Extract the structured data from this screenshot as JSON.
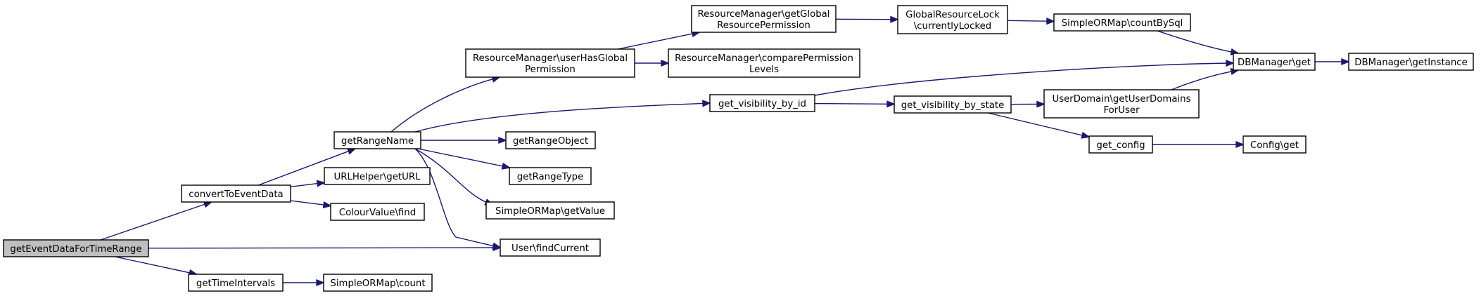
{
  "graph": {
    "nodes": [
      {
        "id": "getEventDataForTimeRange",
        "lines": [
          "getEventDataForTimeRange"
        ],
        "root": true
      },
      {
        "id": "convertToEventData",
        "lines": [
          "convertToEventData"
        ]
      },
      {
        "id": "getTimeIntervals",
        "lines": [
          "getTimeIntervals"
        ]
      },
      {
        "id": "getRangeName",
        "lines": [
          "getRangeName"
        ]
      },
      {
        "id": "URLHelper_getURL",
        "lines": [
          "URLHelper\\getURL"
        ]
      },
      {
        "id": "ColourValue_find",
        "lines": [
          "ColourValue\\find"
        ]
      },
      {
        "id": "SimpleORMap_count",
        "lines": [
          "SimpleORMap\\count"
        ]
      },
      {
        "id": "RM_userHasGlobalPermission",
        "lines": [
          "ResourceManager\\userHasGlobal",
          "Permission"
        ]
      },
      {
        "id": "getRangeObject",
        "lines": [
          "getRangeObject"
        ]
      },
      {
        "id": "getRangeType",
        "lines": [
          "getRangeType"
        ]
      },
      {
        "id": "SimpleORMap_getValue",
        "lines": [
          "SimpleORMap\\getValue"
        ]
      },
      {
        "id": "User_findCurrent",
        "lines": [
          "User\\findCurrent"
        ]
      },
      {
        "id": "RM_getGlobalResourcePermission",
        "lines": [
          "ResourceManager\\getGlobal",
          "ResourcePermission"
        ]
      },
      {
        "id": "RM_comparePermissionLevels",
        "lines": [
          "ResourceManager\\comparePermission",
          "Levels"
        ]
      },
      {
        "id": "get_visibility_by_id",
        "lines": [
          "get_visibility_by_id"
        ]
      },
      {
        "id": "GRL_currentlyLocked",
        "lines": [
          "GlobalResourceLock",
          "\\currentlyLocked"
        ]
      },
      {
        "id": "get_visibility_by_state",
        "lines": [
          "get_visibility_by_state"
        ]
      },
      {
        "id": "SimpleORMap_countBySql",
        "lines": [
          "SimpleORMap\\countBySql"
        ]
      },
      {
        "id": "UserDomain_getUserDomainsForUser",
        "lines": [
          "UserDomain\\getUserDomains",
          "ForUser"
        ]
      },
      {
        "id": "get_config",
        "lines": [
          "get_config"
        ]
      },
      {
        "id": "DBManager_get",
        "lines": [
          "DBManager\\get"
        ]
      },
      {
        "id": "Config_get",
        "lines": [
          "Config\\get"
        ]
      },
      {
        "id": "DBManager_getInstance",
        "lines": [
          "DBManager\\getInstance"
        ]
      }
    ],
    "edges": [
      {
        "from": "getEventDataForTimeRange",
        "to": "convertToEventData"
      },
      {
        "from": "getEventDataForTimeRange",
        "to": "User_findCurrent"
      },
      {
        "from": "getEventDataForTimeRange",
        "to": "getTimeIntervals"
      },
      {
        "from": "convertToEventData",
        "to": "getRangeName"
      },
      {
        "from": "convertToEventData",
        "to": "URLHelper_getURL"
      },
      {
        "from": "convertToEventData",
        "to": "ColourValue_find"
      },
      {
        "from": "getTimeIntervals",
        "to": "SimpleORMap_count"
      },
      {
        "from": "getRangeName",
        "to": "RM_userHasGlobalPermission"
      },
      {
        "from": "getRangeName",
        "to": "get_visibility_by_id"
      },
      {
        "from": "getRangeName",
        "to": "getRangeObject"
      },
      {
        "from": "getRangeName",
        "to": "getRangeType"
      },
      {
        "from": "getRangeName",
        "to": "SimpleORMap_getValue"
      },
      {
        "from": "getRangeName",
        "to": "User_findCurrent"
      },
      {
        "from": "RM_userHasGlobalPermission",
        "to": "RM_getGlobalResourcePermission"
      },
      {
        "from": "RM_userHasGlobalPermission",
        "to": "RM_comparePermissionLevels"
      },
      {
        "from": "RM_getGlobalResourcePermission",
        "to": "GRL_currentlyLocked"
      },
      {
        "from": "GRL_currentlyLocked",
        "to": "SimpleORMap_countBySql"
      },
      {
        "from": "SimpleORMap_countBySql",
        "to": "DBManager_get"
      },
      {
        "from": "get_visibility_by_id",
        "to": "DBManager_get"
      },
      {
        "from": "get_visibility_by_id",
        "to": "get_visibility_by_state"
      },
      {
        "from": "get_visibility_by_state",
        "to": "UserDomain_getUserDomainsForUser"
      },
      {
        "from": "get_visibility_by_state",
        "to": "get_config"
      },
      {
        "from": "UserDomain_getUserDomainsForUser",
        "to": "DBManager_get"
      },
      {
        "from": "get_config",
        "to": "Config_get"
      },
      {
        "from": "DBManager_get",
        "to": "DBManager_getInstance"
      }
    ]
  }
}
